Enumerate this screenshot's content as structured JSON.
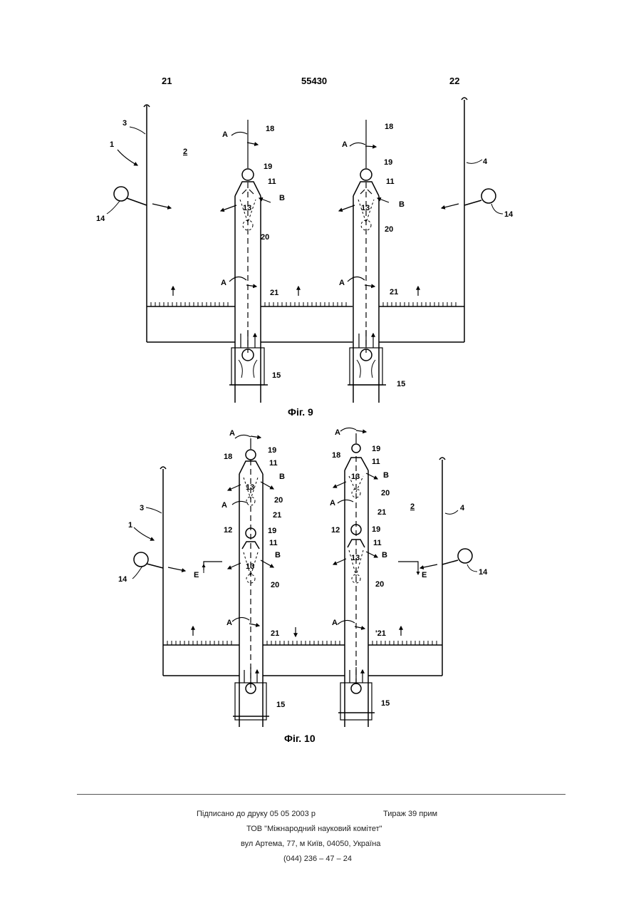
{
  "header": {
    "left": "21",
    "center": "55430",
    "right": "22"
  },
  "figures": [
    {
      "caption": "Фіг. 9",
      "labels": [
        "1",
        "2",
        "3",
        "4",
        "14",
        "14",
        "18",
        "19",
        "11",
        "13",
        "20",
        "21",
        "15",
        "A",
        "B"
      ]
    },
    {
      "caption": "Фіг. 10",
      "labels": [
        "1",
        "2",
        "3",
        "4",
        "14",
        "14",
        "18",
        "19",
        "11",
        "13",
        "20",
        "21",
        "12",
        "15",
        "A",
        "B",
        "E",
        "'21"
      ]
    }
  ],
  "imprint": {
    "signed": "Підписано до друку 05 05 2003 р",
    "run": "Тираж 39 прим",
    "org": "ТОВ \"Міжнародний науковий комітет\"",
    "address": "вул  Артема, 77, м  Київ, 04050, Україна",
    "phone": "(044) 236 – 47 – 24"
  }
}
